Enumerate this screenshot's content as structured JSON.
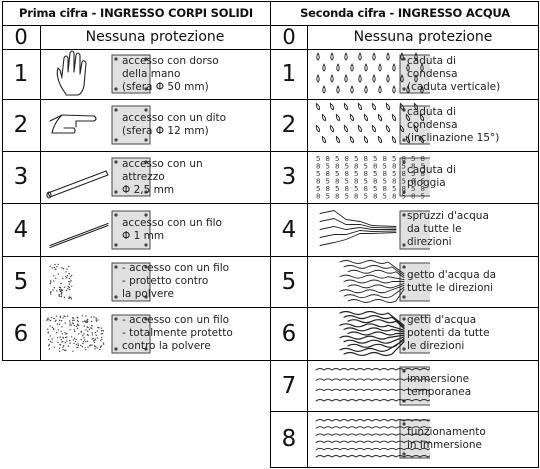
{
  "header": {
    "left_title": "Prima cifra - INGRESSO CORPI SOLIDI",
    "right_title": "Seconda cifra - INGRESSO ACQUA"
  },
  "solids": [
    {
      "digit": "0",
      "text": "Nessuna protezione"
    },
    {
      "digit": "1",
      "text": "accesso con dorso\ndella mano\n(sfera Φ 50 mm)"
    },
    {
      "digit": "2",
      "text": "accesso con un dito\n(sfera Φ 12 mm)"
    },
    {
      "digit": "3",
      "text": "accesso con un\nattrezzo\nΦ 2,5 mm"
    },
    {
      "digit": "4",
      "text": "accesso con un filo\nΦ 1 mm"
    },
    {
      "digit": "5",
      "text": "- accesso con un filo\n- protetto contro\n  la polvere"
    },
    {
      "digit": "6",
      "text": "- accesso con un filo\n- totalmente protetto\n  contro la polvere"
    }
  ],
  "water": [
    {
      "digit": "0",
      "text": "Nessuna protezione"
    },
    {
      "digit": "1",
      "text": "caduta di\ncondensa\n(caduta verticale)"
    },
    {
      "digit": "2",
      "text": "caduta di\ncondensa\n(inclinazione 15°)"
    },
    {
      "digit": "3",
      "text": "caduta di\npioggia"
    },
    {
      "digit": "4",
      "text": "spruzzi d'acqua\nda tutte le\ndirezioni"
    },
    {
      "digit": "5",
      "text": "getto d'acqua da\ntutte le direzioni"
    },
    {
      "digit": "6",
      "text": "getti d'acqua\npotenti da tutte\nle direzioni"
    },
    {
      "digit": "7",
      "text": "immersione\ntemporanea"
    },
    {
      "digit": "8",
      "text": "funzionamento\nin immersione"
    }
  ],
  "icons": {
    "solids": [
      "",
      "hand-icon",
      "finger-icon",
      "tool-icon",
      "wire-icon",
      "dust-icon",
      "dense-dust-icon"
    ],
    "water": [
      "",
      "vertical-drops-icon",
      "slanted-drops-icon",
      "rain-icon",
      "spray-icon",
      "jet-icon",
      "powerful-jet-icon",
      "immersion-icon",
      "submersion-icon"
    ]
  }
}
